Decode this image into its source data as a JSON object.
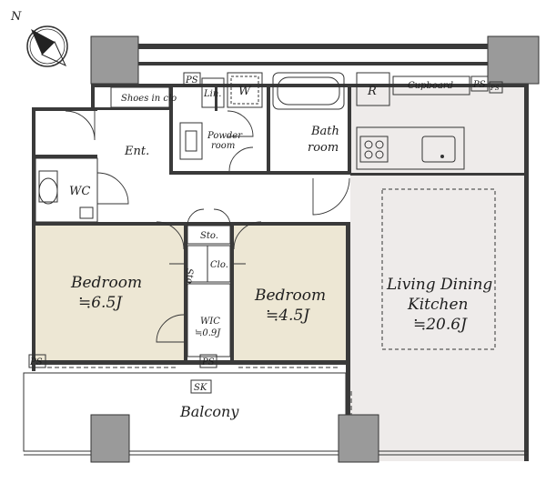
{
  "compass": {
    "north_label": "N"
  },
  "rooms": {
    "shoes_in_clo": "Shoes in clo",
    "lin": "Lin.",
    "w": "W",
    "r": "R",
    "cupboard": "Cupboard",
    "ps_top_left": "PS",
    "ps_top_right": "PS",
    "ps_corner": "PS",
    "ps_bottom_left": "PS",
    "ps_bottom_mid": "PS",
    "sk": "SK",
    "ent": "Ent.",
    "powder_room_line1": "Powder",
    "powder_room_line2": "room",
    "bath_room_line1": "Bath",
    "bath_room_line2": "room",
    "wc": "WC",
    "sto_top": "Sto.",
    "sto_side": "Sto.",
    "clo": "Clo.",
    "wic": "WIC",
    "wic_area": "≒0.9J",
    "bedroom1": "Bedroom",
    "bedroom1_area": "≒6.5J",
    "bedroom2": "Bedroom",
    "bedroom2_area": "≒4.5J",
    "ldk_line1": "Living Dining",
    "ldk_line2": "Kitchen",
    "ldk_area": "≒20.6J",
    "balcony": "Balcony"
  },
  "colors": {
    "bedroom_fill": "#ede7d4",
    "ldk_fill": "#eeebea",
    "floor_fill": "#ffffff",
    "wall": "#3a3a3a",
    "pillar": "#9a9a9a"
  }
}
